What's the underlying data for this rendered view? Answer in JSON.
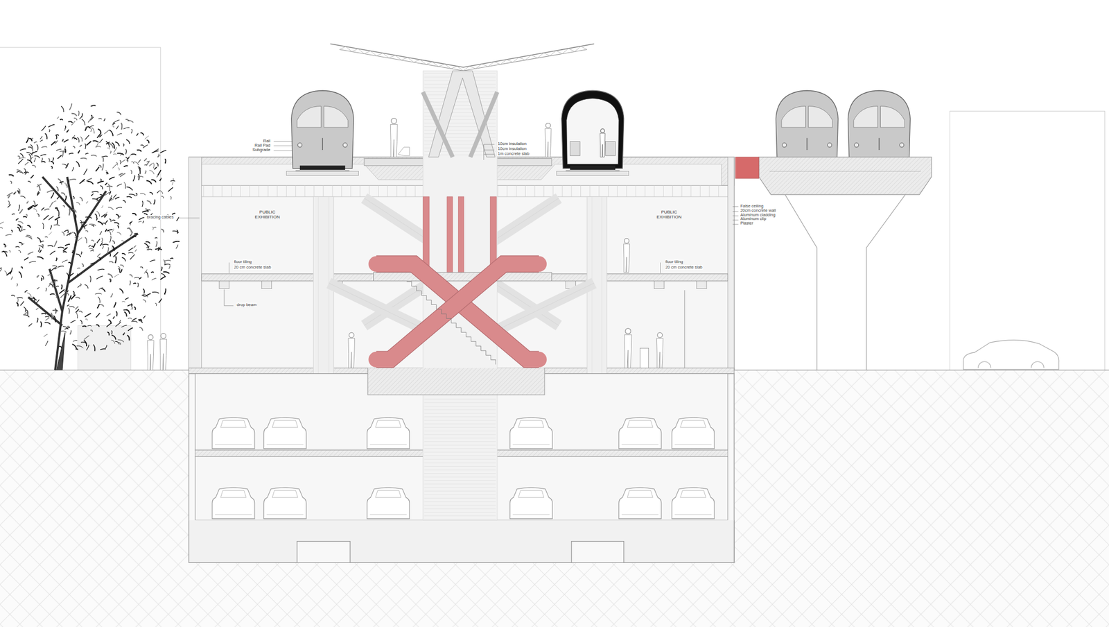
{
  "diagram": {
    "labels": [
      "Rail",
      "Rail Pad",
      "Subgrade",
      "10cm insulation",
      "10cm insulation",
      "1m concrete slab",
      "False ceiling",
      "20cm concrete wall",
      "Aluminum cladding",
      "Aluminum clip",
      "Plaster",
      "PUBLIC EXHIBITION",
      "bracing cables",
      "PUBLIC EXHIBITION",
      "floor tiling",
      "20 cm concrete slab",
      "floor tiling",
      "20 cm concrete slab",
      "drop beam"
    ]
  }
}
